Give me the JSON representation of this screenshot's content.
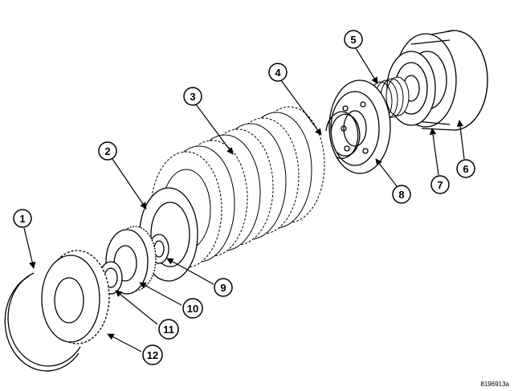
{
  "callouts": [
    {
      "id": "1",
      "label": "1"
    },
    {
      "id": "2",
      "label": "2"
    },
    {
      "id": "3",
      "label": "3"
    },
    {
      "id": "4",
      "label": "4"
    },
    {
      "id": "5",
      "label": "5"
    },
    {
      "id": "6",
      "label": "6"
    },
    {
      "id": "7",
      "label": "7"
    },
    {
      "id": "8",
      "label": "8"
    },
    {
      "id": "9",
      "label": "9"
    },
    {
      "id": "10",
      "label": "10"
    },
    {
      "id": "11",
      "label": "11"
    },
    {
      "id": "12",
      "label": "12"
    }
  ],
  "figure_code": "8196913a"
}
